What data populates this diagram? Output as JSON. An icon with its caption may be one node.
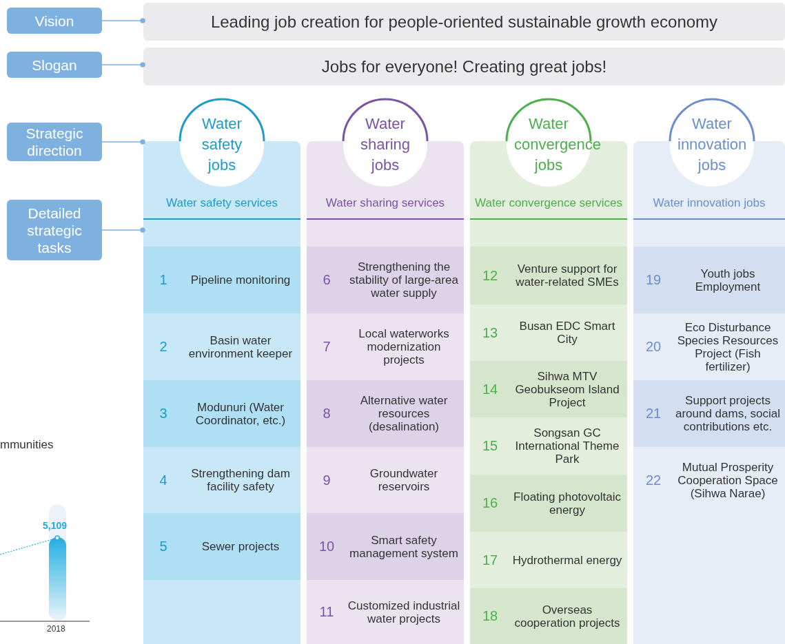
{
  "diagram": {
    "nodes": [
      {
        "text": [
          "Vision"
        ]
      },
      {
        "text": [
          "Leading job creation for people-oriented sustainable growth economy"
        ]
      },
      {
        "text": [
          "Slogan"
        ]
      },
      {
        "text": [
          "Jobs for everyone! Creating great jobs!"
        ]
      },
      {
        "text": [
          "Strategic direction"
        ]
      },
      {
        "text": [
          "Detailed strategic tasks"
        ]
      },
      {
        "text": [
          "Water safety jobs"
        ]
      },
      {
        "text": [
          "Water safety services"
        ]
      },
      {
        "text": [
          "1",
          "Pipeline monitoring"
        ],
        "in": 7
      },
      {
        "text": [
          "2",
          "Basin water environment keeper"
        ],
        "in": 7
      },
      {
        "text": [
          "3",
          "Modunuri (Water Coordinator, etc.)"
        ],
        "in": 7
      },
      {
        "text": [
          "4",
          "Strengthening dam facility safety"
        ],
        "in": 7
      },
      {
        "text": [
          "5",
          "Sewer projects"
        ],
        "in": 7
      },
      {
        "text": [
          "Water sharing jobs"
        ]
      },
      {
        "text": [
          "Water sharing services"
        ]
      },
      {
        "text": [
          "6",
          "Strengthening the stability of large-area water supply"
        ],
        "in": 14
      },
      {
        "text": [
          "7",
          "Local waterworks modernization projects"
        ],
        "in": 14
      },
      {
        "text": [
          "8",
          "Alternative water resources (desalination)"
        ],
        "in": 14
      },
      {
        "text": [
          "9",
          "Groundwater reservoirs"
        ],
        "in": 14
      },
      {
        "text": [
          "10",
          "Smart safety management system"
        ],
        "in": 14
      },
      {
        "text": [
          "11",
          "Customized industrial water projects"
        ],
        "in": 14
      },
      {
        "text": [
          "Water convergence jobs"
        ]
      },
      {
        "text": [
          "Water convergence services"
        ]
      },
      {
        "text": [
          "12",
          "Venture support for water-related SMEs"
        ],
        "in": 22
      },
      {
        "text": [
          "13",
          "Busan EDC Smart City"
        ],
        "in": 22
      },
      {
        "text": [
          "14",
          "Sihwa MTV Geobukseom Island Project"
        ],
        "in": 22
      },
      {
        "text": [
          "15",
          "Songsan GC International Theme Park"
        ],
        "in": 22
      },
      {
        "text": [
          "16",
          "Floating photovoltaic energy"
        ],
        "in": 22
      },
      {
        "text": [
          "17",
          "Hydrothermal energy"
        ],
        "in": 22
      },
      {
        "text": [
          "18",
          "Overseas cooperation projects"
        ],
        "in": 22
      },
      {
        "text": [
          "Water innovation jobs"
        ]
      },
      {
        "text": [
          "Water innovation jobs"
        ]
      },
      {
        "text": [
          "19",
          "Youth jobs Employment"
        ],
        "in": 31
      },
      {
        "text": [
          "20",
          "Eco Disturbance Species Resources Project (Fish fertilizer)"
        ],
        "in": 31
      },
      {
        "text": [
          "21",
          "Support projects around dams, social contributions etc."
        ],
        "in": 31
      },
      {
        "text": [
          "22",
          "Mutual Prosperity Cooperation Space (Sihwa Narae)"
        ],
        "in": 31
      }
    ],
    "edges": [
      {
        "from": 0,
        "to": 1,
        "arrow": "other"
      },
      {
        "from": 2,
        "to": 3,
        "arrow": "other"
      },
      {
        "from": 4,
        "to": 7,
        "arrow": "other"
      },
      {
        "from": 5,
        "to": 7,
        "arrow": "other"
      }
    ],
    "labels": [
      "mmunities",
      "5,109",
      "2018"
    ]
  }
}
